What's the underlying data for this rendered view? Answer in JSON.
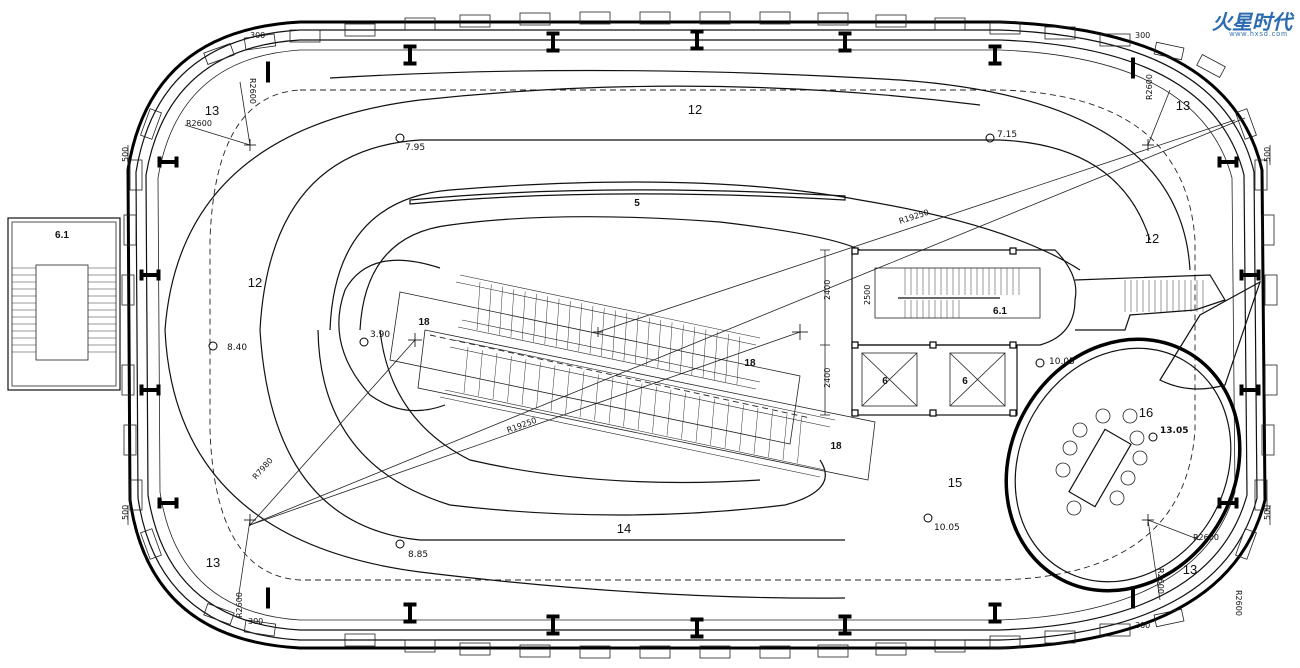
{
  "watermark": {
    "title": "火星时代",
    "url": "www.hxsd.com"
  },
  "rooms": {
    "r12_top": "12",
    "r12_left": "12",
    "r12_right": "12",
    "r13_tl": "13",
    "r13_tr": "13",
    "r13_bl": "13",
    "r13_br": "13",
    "r5": "5",
    "r14": "14",
    "r15": "15",
    "r16": "16",
    "r18_a": "18",
    "r18_b": "18",
    "r18_c": "18",
    "r6_a": "6",
    "r6_b": "6",
    "r61_left": "6.1",
    "r61_core": "6.1"
  },
  "elevations": {
    "e795": "7.95",
    "e715": "7.15",
    "e840": "8.40",
    "e390": "3.90",
    "e1005_a": "10.05",
    "e1005_b": "10.05",
    "e885": "8.85",
    "e1305": "13.05"
  },
  "dimensions": {
    "d300_tl": "300",
    "d300_tr": "300",
    "d300_bl": "300",
    "d300_br": "300",
    "d500_l1": "500",
    "d500_l2": "500",
    "d500_r1": "500",
    "d500_r2": "500",
    "r2600_a": "R2600",
    "r2600_b": "R2600",
    "r2600_c": "R2600",
    "r2600_d": "R2600",
    "r2600_e": "R2600",
    "r2600_f": "R2600",
    "r2600_g": "R2600",
    "r19250_a": "R19250",
    "r19250_b": "R19250",
    "r7980": "R7980",
    "d2400_a": "2400",
    "d2500": "2500",
    "d2400_b": "2400"
  }
}
